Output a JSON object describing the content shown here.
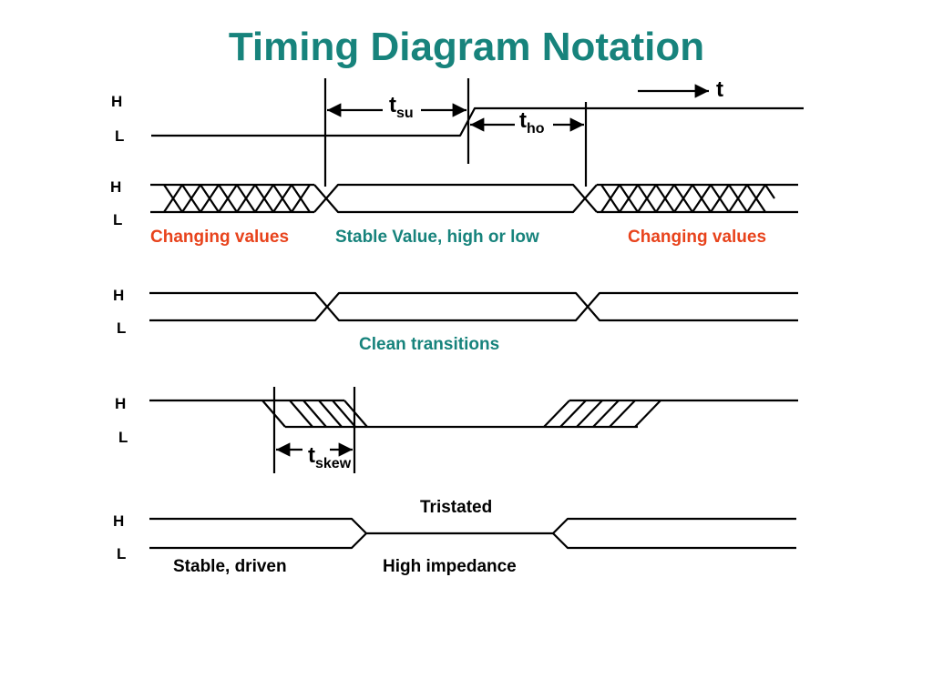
{
  "title": "Timing Diagram Notation",
  "colors": {
    "title": "#17837c",
    "changing": "#e8431c",
    "stable": "#17837c",
    "line": "#000000"
  },
  "levels": {
    "high": "H",
    "low": "L"
  },
  "time_arrow": {
    "label": "t"
  },
  "timing_labels": {
    "setup": {
      "main": "t",
      "sub": "su"
    },
    "hold": {
      "main": "t",
      "sub": "ho"
    },
    "skew": {
      "main": "t",
      "sub": "skew"
    }
  },
  "captions": {
    "changing_left": "Changing values",
    "stable_value": "Stable Value, high or low",
    "changing_right": "Changing values",
    "clean_transitions": "Clean transitions",
    "tristated": "Tristated",
    "stable_driven": "Stable, driven",
    "high_impedance": "High impedance"
  }
}
